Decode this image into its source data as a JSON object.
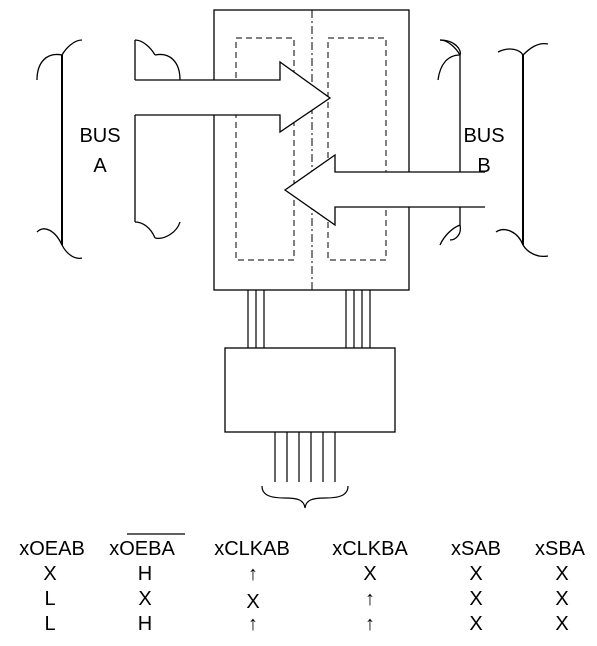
{
  "bus_a": {
    "line1": "BUS",
    "line2": "A"
  },
  "bus_b": {
    "line1": "BUS",
    "line2": "B"
  },
  "table": {
    "headers": [
      "xOEAB",
      "xOEBA",
      "xCLKAB",
      "xCLKBA",
      "xSAB",
      "xSBA"
    ],
    "overlined_header_index": 1,
    "rows": [
      [
        "X",
        "H",
        "↑",
        "X",
        "X",
        "X"
      ],
      [
        "L",
        "X",
        "X",
        "↑",
        "X",
        "X"
      ],
      [
        "L",
        "H",
        "↑",
        "↑",
        "X",
        "X"
      ]
    ]
  }
}
